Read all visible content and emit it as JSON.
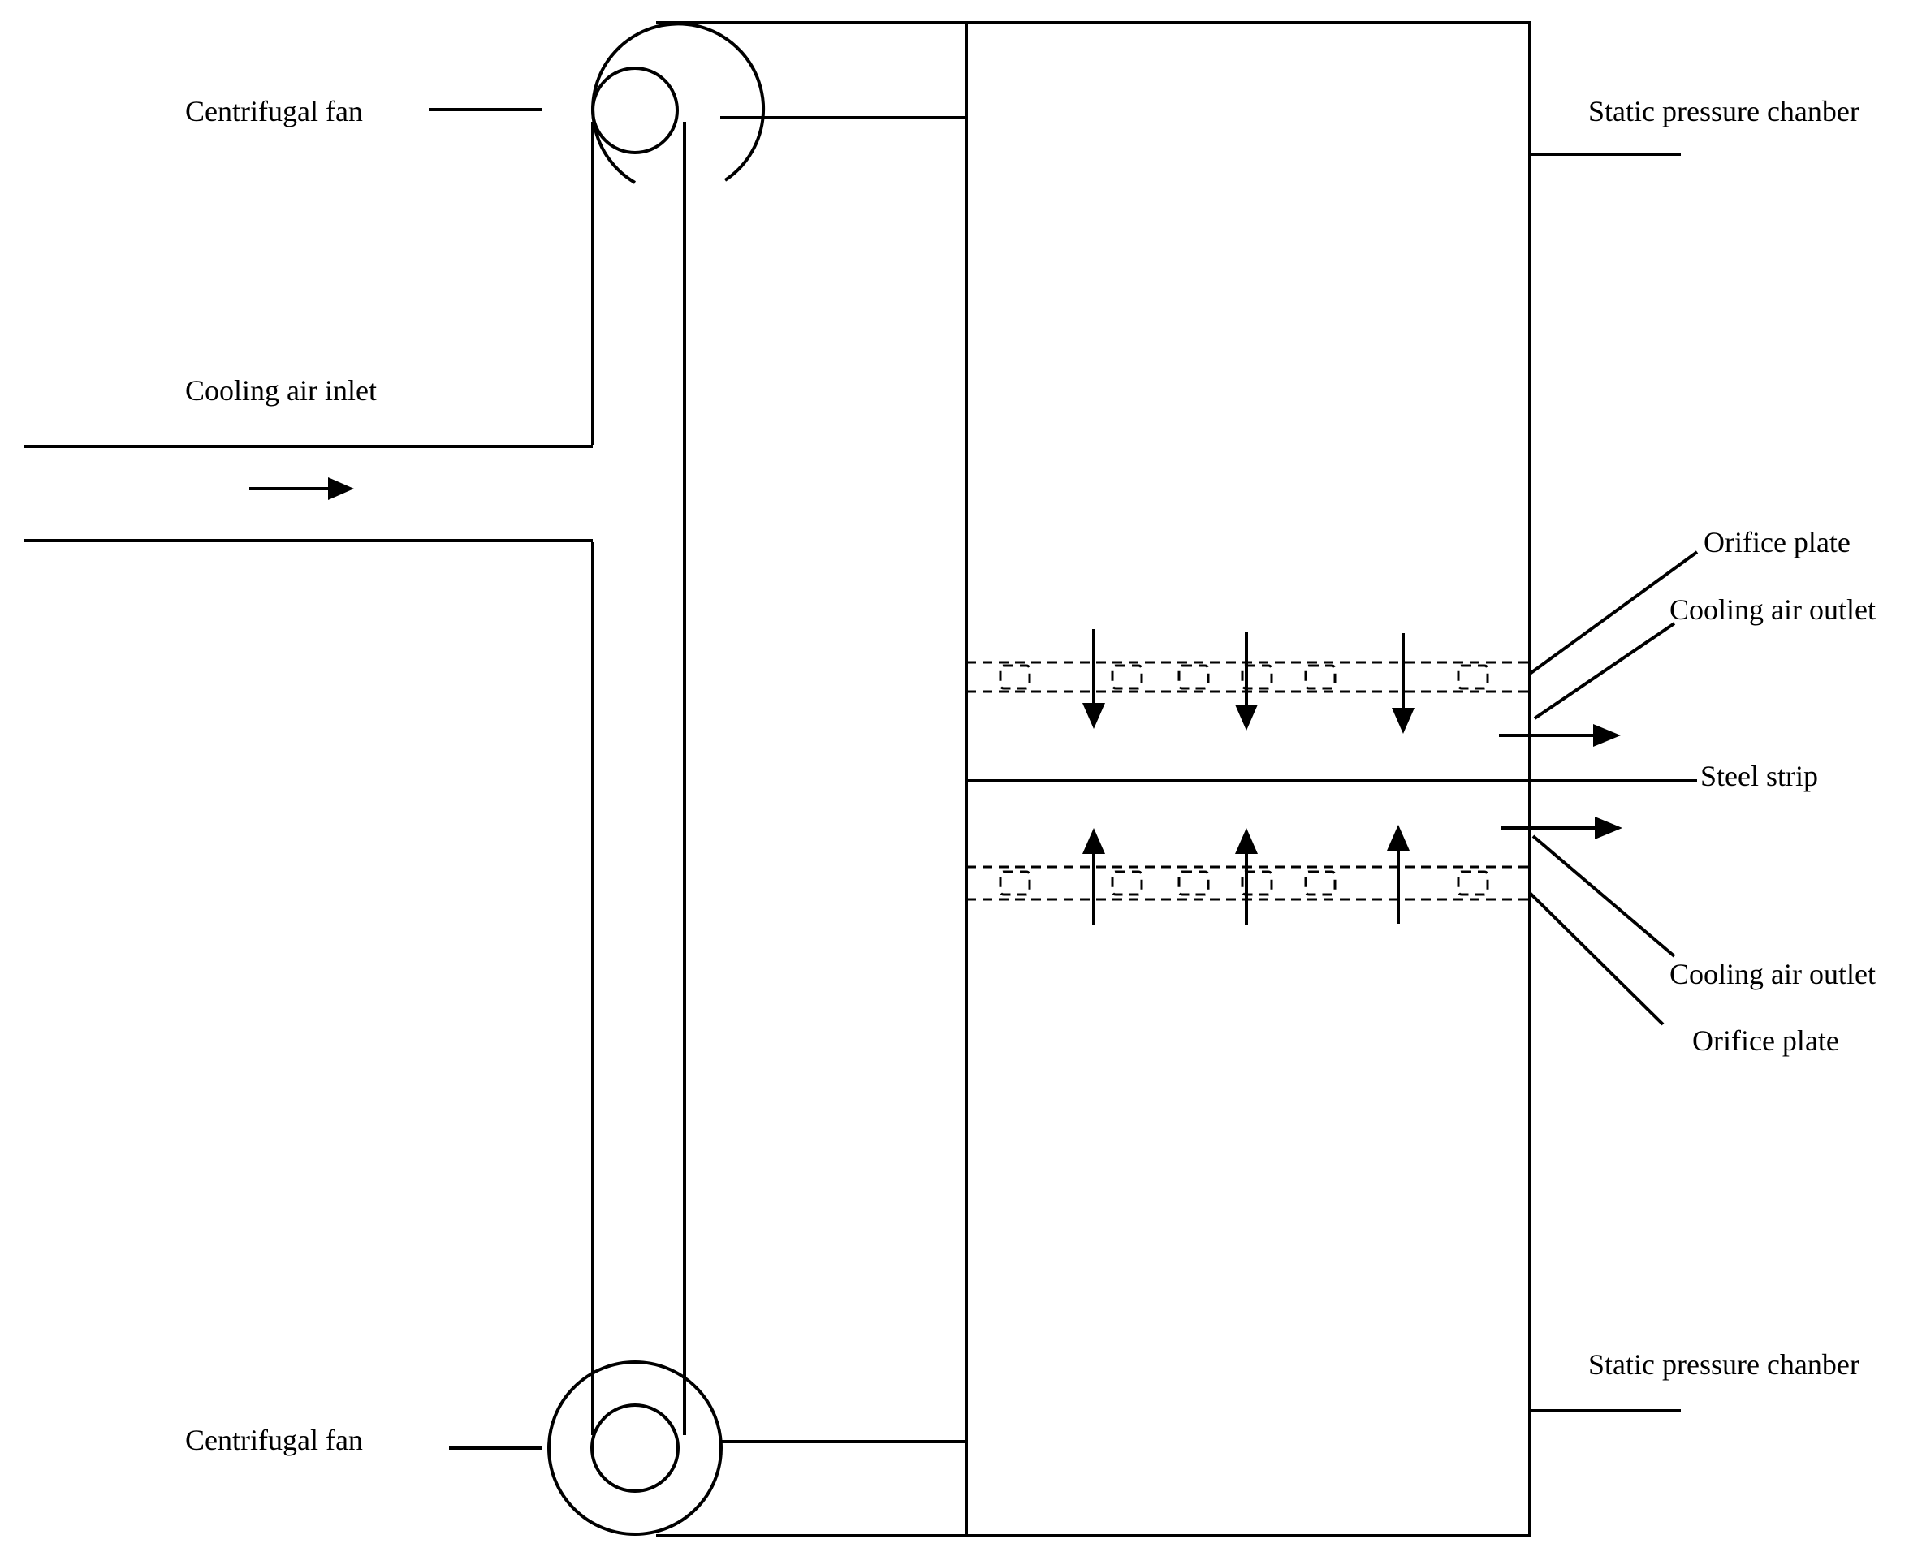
{
  "labels": {
    "fan_top": "Centrifugal fan",
    "fan_bottom": "Centrifugal fan",
    "inlet": "Cooling air inlet",
    "chamber_top": "Static pressure chanber",
    "chamber_bottom": "Static pressure chanber",
    "orifice_top": "Orifice plate",
    "outlet_top": "Cooling air outlet",
    "strip": "Steel strip",
    "outlet_bottom": "Cooling air outlet",
    "orifice_bottom": "Orifice plate"
  }
}
